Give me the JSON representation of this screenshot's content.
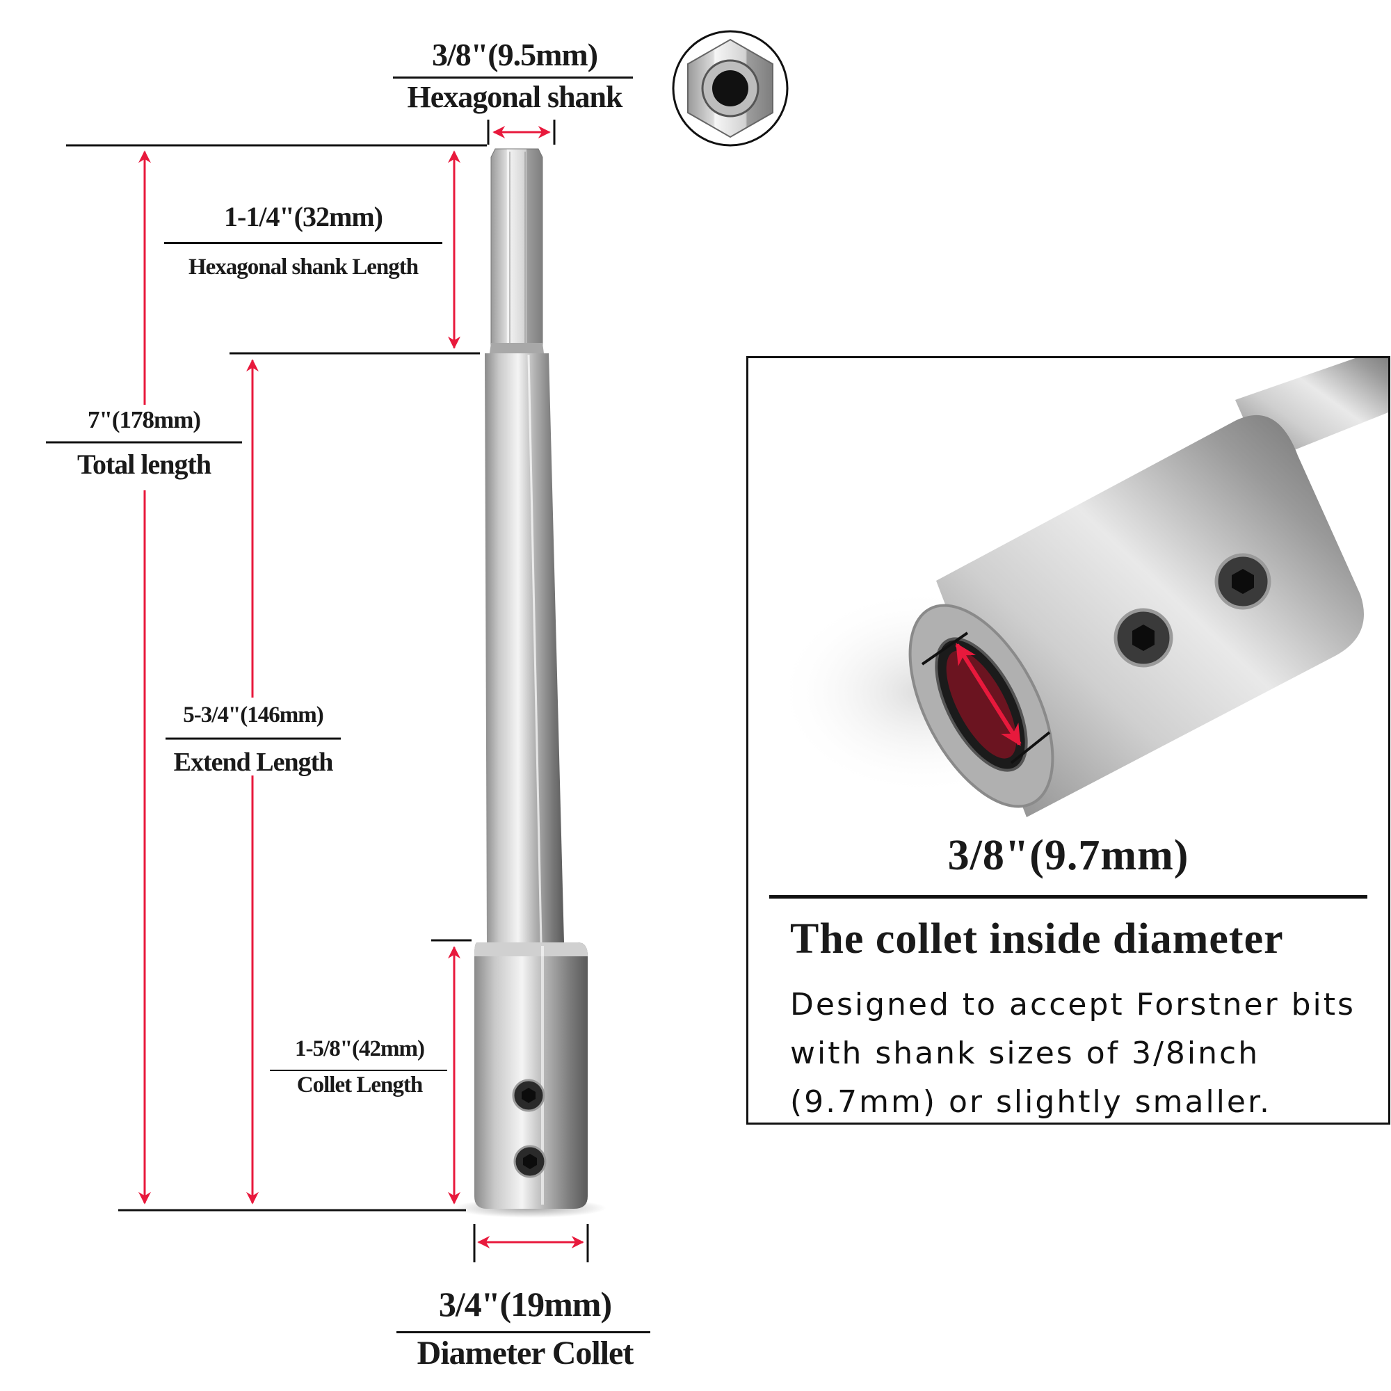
{
  "dimensions": {
    "shank_width": {
      "value": "3/8\"(9.5mm)",
      "caption": "Hexagonal shank"
    },
    "shank_length": {
      "value": "1-1/4\"(32mm)",
      "caption": "Hexagonal shank Length"
    },
    "total_length": {
      "value": "7\"(178mm)",
      "caption": "Total length"
    },
    "extend_length": {
      "value": "5-3/4\"(146mm)",
      "caption": "Extend Length"
    },
    "collet_length": {
      "value": "1-5/8\"(42mm)",
      "caption": "Collet Length"
    },
    "collet_diameter": {
      "value": "3/4\"(19mm)",
      "caption": "Diameter Collet"
    }
  },
  "detail_panel": {
    "inside_diameter": "3/8\"(9.7mm)",
    "heading": "The collet inside diameter",
    "description": "Designed to accept Forstner bits with shank sizes of 3/8inch (9.7mm) or slightly smaller."
  },
  "colors": {
    "arrow": "#e8193c",
    "steel_light": "#e6e6e6",
    "steel_dark": "#6e6e6e",
    "ink": "#111111"
  }
}
